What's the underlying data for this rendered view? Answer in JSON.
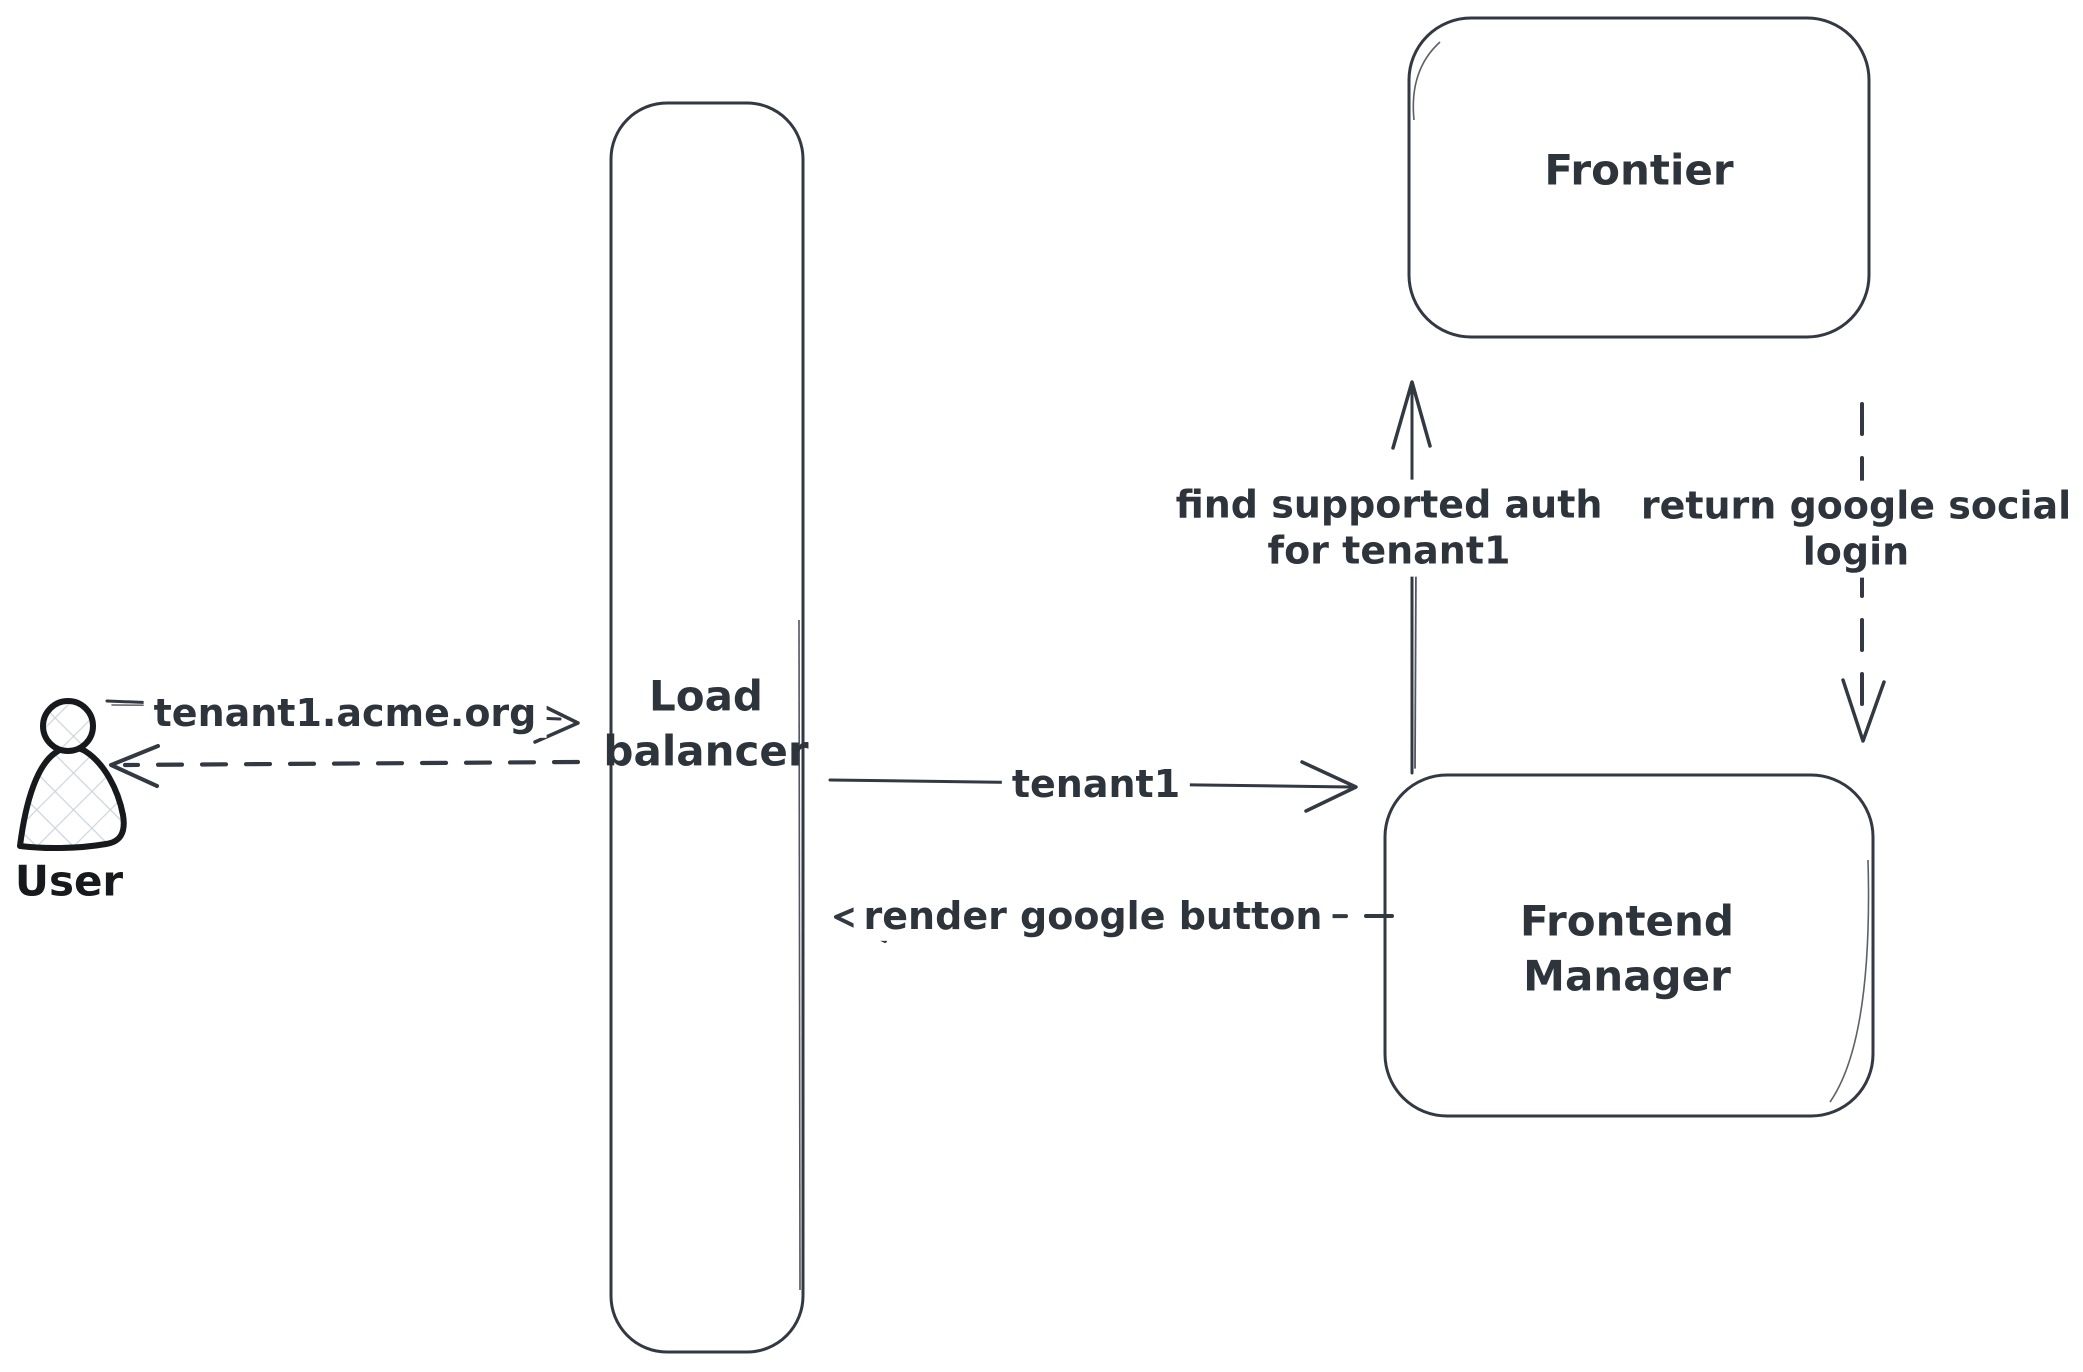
{
  "diagram": {
    "type": "flow-sequence",
    "nodes": {
      "user": {
        "label": "User",
        "kind": "actor"
      },
      "load_balancer": {
        "label": "Load balancer",
        "line1": "Load",
        "line2": "balancer",
        "kind": "box"
      },
      "frontier": {
        "label": "Frontier",
        "kind": "box"
      },
      "frontend_manager": {
        "label": "Frontend Manager",
        "line1": "Frontend",
        "line2": "Manager",
        "kind": "box"
      }
    },
    "edges": {
      "user_to_lb": {
        "from": "User",
        "to": "Load balancer",
        "style": "solid",
        "label": "tenant1.acme.org"
      },
      "lb_to_user": {
        "from": "Load balancer",
        "to": "User",
        "style": "dashed",
        "label": ""
      },
      "lb_to_fm": {
        "from": "Load balancer",
        "to": "Frontend Manager",
        "style": "solid",
        "label": "tenant1"
      },
      "fm_to_lb": {
        "from": "Frontend Manager",
        "to": "Load balancer",
        "style": "dashed",
        "label": "render google button"
      },
      "fm_to_frontier": {
        "from": "Frontend Manager",
        "to": "Frontier",
        "style": "solid",
        "label": "find supported auth for tenant1",
        "line1": "find supported auth",
        "line2": "for tenant1"
      },
      "frontier_to_fm": {
        "from": "Frontier",
        "to": "Frontend Manager",
        "style": "dashed",
        "label": "return google social login",
        "line1": "return google social",
        "line2": "login"
      }
    },
    "colors": {
      "background": "#ffffff",
      "stroke": "#333942",
      "text": "#2e343c",
      "actor_stroke": "#17191d",
      "actor_hatch_fill": "#cdd5de"
    }
  }
}
